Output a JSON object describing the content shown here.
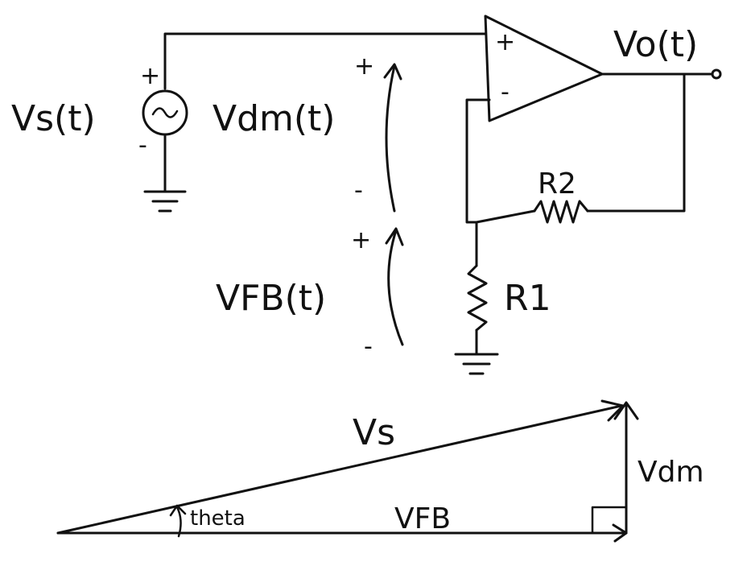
{
  "circuit": {
    "source_voltage": "Vs(t)",
    "diff_voltage": "Vdm(t)",
    "feedback_voltage": "VFB(t)",
    "output_voltage": "Vo(t)",
    "resistor_feedback": "R2",
    "resistor_ground": "R1",
    "plus": "+",
    "minus": "-"
  },
  "phasor": {
    "hypotenuse": "Vs",
    "base": "VFB",
    "vertical": "Vdm",
    "angle": "theta"
  }
}
